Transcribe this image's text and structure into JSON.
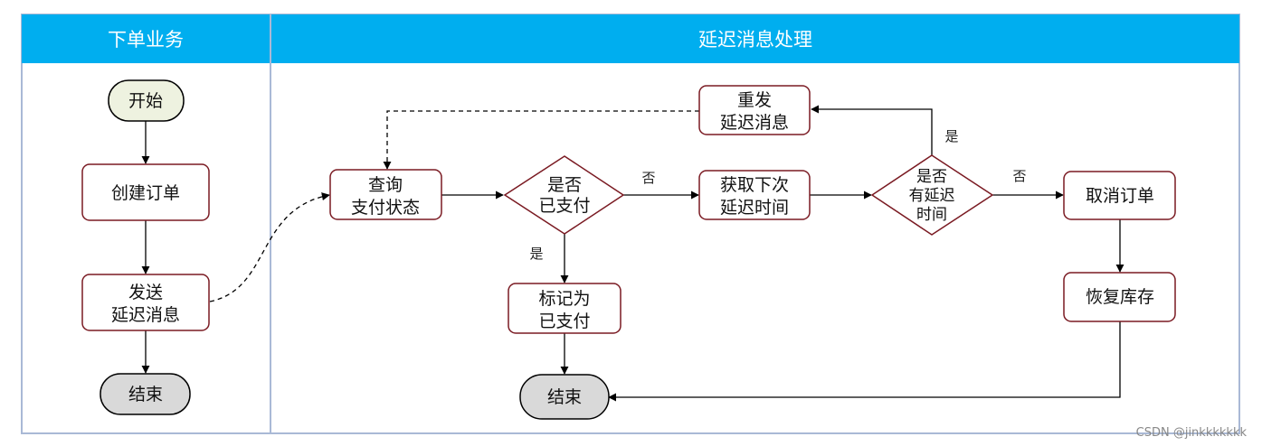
{
  "lanes": {
    "order": "下单业务",
    "delay": "延迟消息处理"
  },
  "nodes": {
    "start": "开始",
    "create_order": "创建订单",
    "send_l1": "发送",
    "send_l2": "延迟消息",
    "end_left": "结束",
    "query_l1": "查询",
    "query_l2": "支付状态",
    "paid_l1": "是否",
    "paid_l2": "已支付",
    "mark_l1": "标记为",
    "mark_l2": "已支付",
    "end_right": "结束",
    "next_l1": "获取下次",
    "next_l2": "延迟时间",
    "hasdelay_l1": "是否",
    "hasdelay_l2": "有延迟",
    "hasdelay_l3": "时间",
    "resend_l1": "重发",
    "resend_l2": "延迟消息",
    "cancel": "取消订单",
    "restore": "恢复库存"
  },
  "labels": {
    "paid_no": "否",
    "paid_yes": "是",
    "delay_yes": "是",
    "delay_no": "否"
  },
  "watermark": "CSDN @jinkkkkkkk",
  "colors": {
    "header": "#00aeef",
    "border": "#a9b9d6",
    "node_border": "#7a1a22",
    "start_fill": "#eef2e0",
    "end_fill": "#d9d9d9"
  }
}
